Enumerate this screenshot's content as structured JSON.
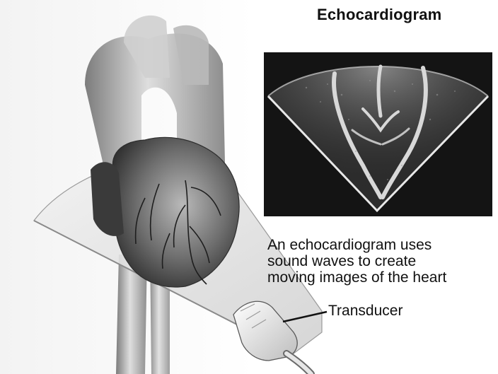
{
  "title": "Echocardiogram",
  "caption": {
    "line1": "An echocardiogram uses",
    "line2": "sound waves to create",
    "line3": "moving images of the heart"
  },
  "callouts": {
    "transducer": "Transducer"
  },
  "illustration": {
    "subject": "heart",
    "echo_image": "ultrasound-sector-scan"
  }
}
